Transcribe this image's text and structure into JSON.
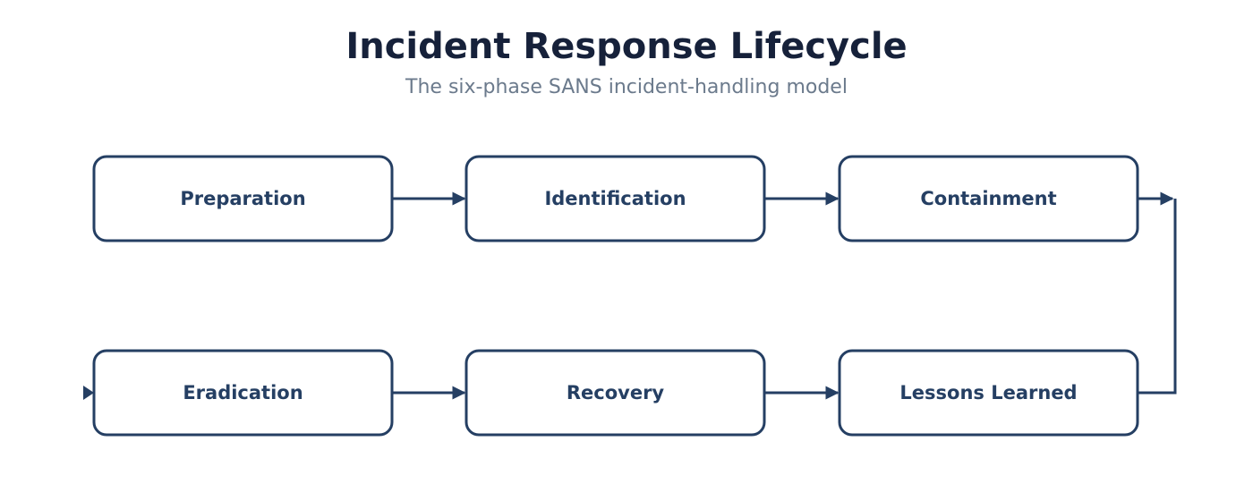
{
  "header": {
    "title": "Incident Response Lifecycle",
    "subtitle": "The six-phase SANS incident-handling model"
  },
  "diagram": {
    "type": "flowchart",
    "colors": {
      "stroke": "#253f63",
      "text": "#253f63",
      "fill": "#ffffff"
    },
    "nodes": [
      {
        "id": "preparation",
        "label": "Preparation"
      },
      {
        "id": "identification",
        "label": "Identification"
      },
      {
        "id": "containment",
        "label": "Containment"
      },
      {
        "id": "eradication",
        "label": "Eradication"
      },
      {
        "id": "recovery",
        "label": "Recovery"
      },
      {
        "id": "lessons-learned",
        "label": "Lessons Learned"
      }
    ],
    "edges": [
      {
        "from": "preparation",
        "to": "identification"
      },
      {
        "from": "identification",
        "to": "containment"
      },
      {
        "from": "containment",
        "to": "lessons-learned"
      },
      {
        "from": "eradication",
        "to": "recovery"
      },
      {
        "from": "recovery",
        "to": "lessons-learned"
      }
    ]
  }
}
